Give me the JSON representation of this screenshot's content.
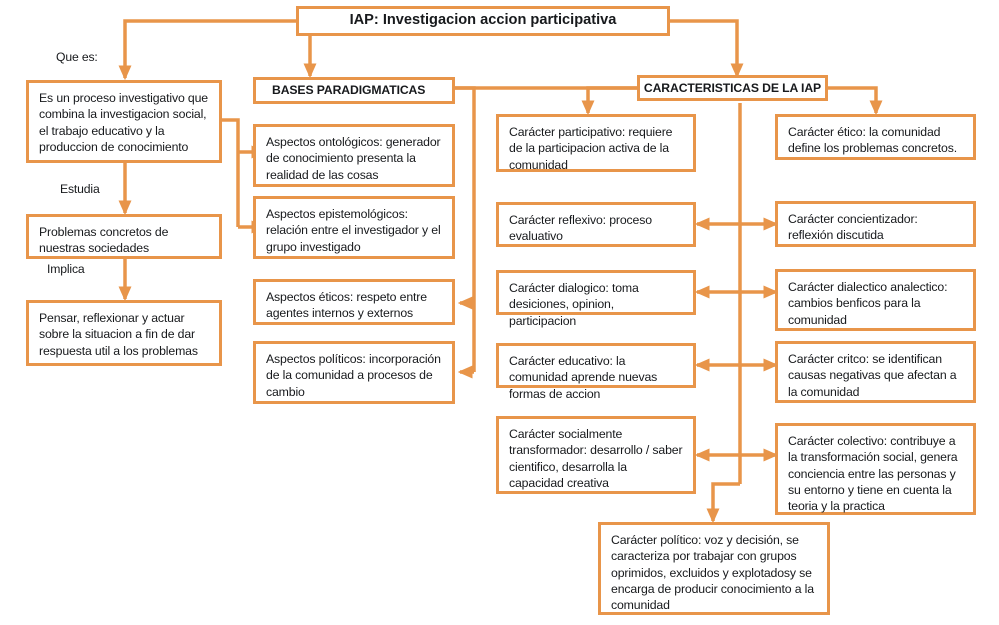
{
  "diagram": {
    "title": "IAP: Investigacion accion participativa",
    "accent_color": "#E8954A",
    "text_color": "#17191c",
    "background_color": "#ffffff",
    "edge_labels": [
      {
        "id": "que-es",
        "text": "Que es:"
      },
      {
        "id": "estudia",
        "text": "Estudia"
      },
      {
        "id": "implica",
        "text": "Implica"
      }
    ],
    "columns": {
      "left_flow": {
        "nodes": [
          {
            "id": "proceso-investigativo",
            "text": "Es un proceso investigativo que combina la investigacion social, el trabajo educativo y la produccion de conocimiento"
          },
          {
            "id": "problemas-concretos",
            "text": "Problemas  concretos de nuestras sociedades"
          },
          {
            "id": "pensar-reflexionar",
            "text": "Pensar, reflexionar y actuar sobre la situacion  a fin de dar respuesta util a los problemas"
          }
        ]
      },
      "bases": {
        "header": "BASES PARADIGMATICAS",
        "nodes": [
          {
            "id": "aspectos-ontologicos",
            "text": "Aspectos ontológicos: generador de conocimiento presenta la realidad de las cosas"
          },
          {
            "id": "aspectos-epistemologicos",
            "text": "Aspectos epistemológicos: relación entre el investigador y el grupo investigado"
          },
          {
            "id": "aspectos-eticos",
            "text": "Aspectos éticos: respeto entre agentes internos y externos"
          },
          {
            "id": "aspectos-politicos",
            "text": "Aspectos políticos: incorporación de la comunidad a procesos de cambio"
          }
        ]
      },
      "caracteristicas": {
        "header": "CARACTERISTICAS DE LA IAP",
        "left_nodes": [
          {
            "id": "caracter-participativo",
            "text": "Carácter participativo:  requiere de la participacion activa de la comunidad"
          },
          {
            "id": "caracter-reflexivo",
            "text": "Carácter reflexivo: proceso evaluativo"
          },
          {
            "id": "caracter-dialogico",
            "text": "Carácter dialogico: toma desiciones, opinion, participacion"
          },
          {
            "id": "caracter-educativo",
            "text": "Carácter educativo: la comunidad aprende nuevas formas de accion"
          },
          {
            "id": "caracter-socialmente-transformador",
            "text": "Carácter socialmente transformador: desarrollo / saber cientifico, desarrolla la capacidad creativa"
          }
        ],
        "right_nodes": [
          {
            "id": "caracter-etico",
            "text": "Carácter ético: la comunidad define los problemas concretos."
          },
          {
            "id": "caracter-concientizador",
            "text": "Carácter concientizador: reflexión discutida"
          },
          {
            "id": "caracter-dialectico",
            "text": "Carácter dialectico analectico: cambios benficos para la comunidad"
          },
          {
            "id": "caracter-critco",
            "text": "Carácter critco: se identifican causas negativas que afectan  a la comunidad"
          },
          {
            "id": "caracter-colectivo",
            "text": "Carácter colectivo:  contribuye a la transformación social, genera conciencia entre las personas y su entorno y tiene en cuenta la teoria y la practica"
          }
        ],
        "bottom_node": {
          "id": "caracter-politico",
          "text": "Carácter político: voz y decisión, se caracteriza por trabajar con grupos oprimidos, excluidos y explotadosy se encarga de producir conocimiento a la comunidad"
        }
      }
    }
  }
}
